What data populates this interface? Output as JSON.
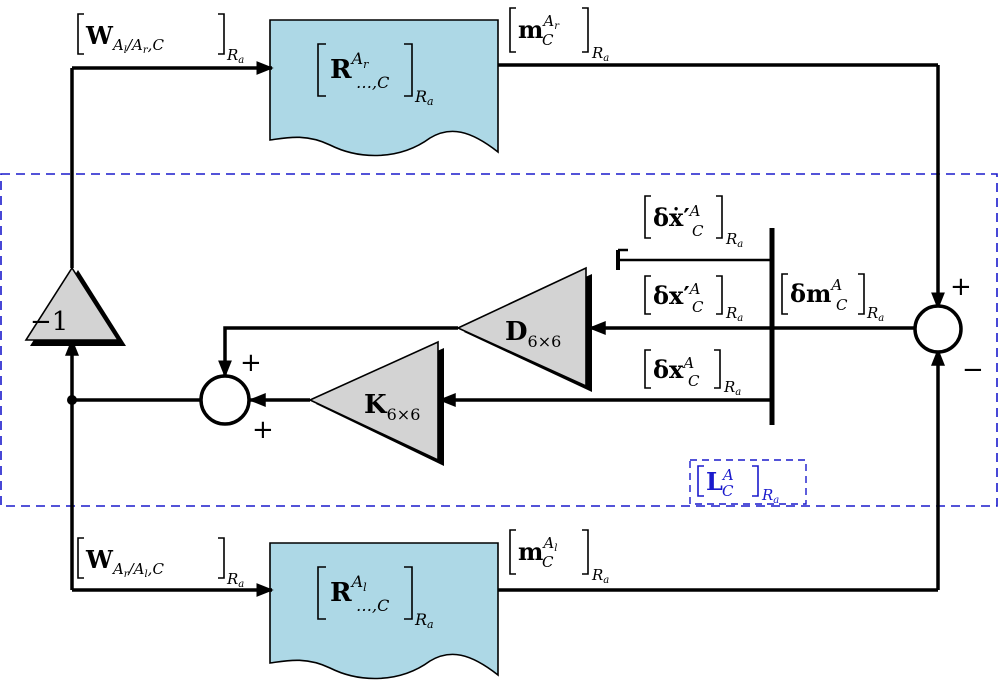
{
  "colors": {
    "block_fill": "#add8e6",
    "gain_fill": "#d3d3d3",
    "boundary": "#1a1acc",
    "subsystem_label": "#1a1acc",
    "line": "#000000"
  },
  "blocks": {
    "top_block": {
      "main": "R",
      "sup": "A",
      "sup_sub": "r",
      "sub": "…,C",
      "frame_sub": "R",
      "frame_sub_sub": "a"
    },
    "bottom_block": {
      "main": "R",
      "sup": "A",
      "sup_sub": "l",
      "sub": "…,C",
      "frame_sub": "R",
      "frame_sub_sub": "a"
    }
  },
  "gains": {
    "inverter": "−1",
    "damping": {
      "main": "D",
      "sub": "6×6"
    },
    "stiffness": {
      "main": "K",
      "sub": "6×6"
    }
  },
  "signals": {
    "w_top": {
      "main": "W",
      "sub": "A",
      "sub_sub": "l",
      "sub_rest": "/A",
      "sub_rest_sub": "r",
      "sub_tail": ",C",
      "frame_sub": "R",
      "frame_sub_sub": "a"
    },
    "w_bottom": {
      "main": "W",
      "sub": "A",
      "sub_sub": "r",
      "sub_rest": "/A",
      "sub_rest_sub": "l",
      "sub_tail": ",C",
      "frame_sub": "R",
      "frame_sub_sub": "a"
    },
    "m_top": {
      "main": "m",
      "sup": "A",
      "sup_sub": "r",
      "sub": "C",
      "frame_sub": "R",
      "frame_sub_sub": "a"
    },
    "m_bottom": {
      "main": "m",
      "sup": "A",
      "sup_sub": "l",
      "sub": "C",
      "frame_sub": "R",
      "frame_sub_sub": "a"
    },
    "dm": {
      "prefix": "δ",
      "main": "m",
      "sup": "A",
      "sub": "C",
      "frame_sub": "R",
      "frame_sub_sub": "a"
    },
    "dx_dot": {
      "prefix": "δ",
      "main": "ẋ",
      "prime": "′",
      "sup": "A",
      "sub": "C",
      "frame_sub": "R",
      "frame_sub_sub": "a"
    },
    "dx_prime": {
      "prefix": "δ",
      "main": "x",
      "prime": "′",
      "sup": "A",
      "sub": "C",
      "frame_sub": "R",
      "frame_sub_sub": "a"
    },
    "dx": {
      "prefix": "δ",
      "main": "x",
      "sup": "A",
      "sub": "C",
      "frame_sub": "R",
      "frame_sub_sub": "a"
    },
    "subsystem": {
      "main": "L",
      "sup": "A",
      "sub": "C",
      "frame_sub": "R",
      "frame_sub_sub": "a"
    }
  },
  "signs": {
    "right_plus": "+",
    "right_minus": "−",
    "left_plus_top": "+",
    "left_plus_bottom": "+"
  }
}
